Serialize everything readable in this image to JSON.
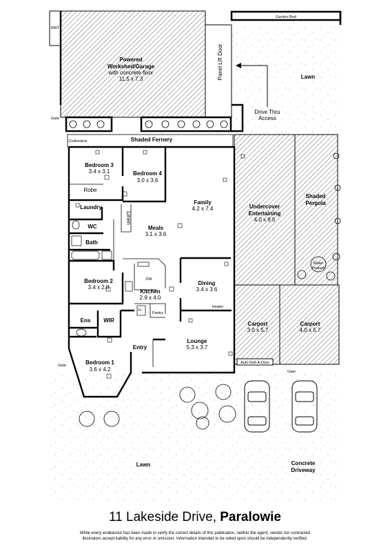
{
  "plan": {
    "address_street": "11 Lakeside Drive,",
    "address_suburb": "Paralowie",
    "disclaimer_line1": "While every endeavour has been made to verify the correct details of this publication, neither the agent, vendor nor contracted",
    "disclaimer_line2": "illustrators accept liability for any error or omission. Information intended to be relied upon should be independently verified.",
    "rooms": {
      "garage_l1": "Powered",
      "garage_l2": "Workshed/Garage",
      "garage_l3": "with concrete floor",
      "garage_dim": "11.5 x 7.3",
      "panel_lift_door": "Panel Lift Door",
      "garden_bed": "Garden Bed",
      "rwt": "RWT",
      "lawn_top": "Lawn",
      "drive_thru_l1": "Drive Thru",
      "drive_thru_l2": "Access",
      "gate_top": "Gate",
      "shaded_fernery": "Shaded Fernery",
      "clothesline": "Clothesline",
      "bedroom3": "Bedroom 3",
      "bedroom3_dim": "3.4 x 3.1",
      "robe": "Robe",
      "bedroom4": "Bedroom 4",
      "bedroom4_dim": "3.0 x 3.6",
      "family": "Family",
      "family_dim": "4.2 x 7.4",
      "laundry": "Laundry",
      "wc": "WC",
      "linen": "Linen",
      "meals": "Meals",
      "meals_dim": "3.1 x 3.6",
      "bath": "Bath",
      "bedroom2": "Bedroom 2",
      "bedroom2_dim": "3.4 x 2.8",
      "kitchen": "Kitchen",
      "kitchen_dim": "2.9 x 4.0",
      "dw": "DW",
      "fr": "Fr",
      "pantry": "Pantry",
      "dining": "Dining",
      "dining_dim": "3.4 x 3.6",
      "heater": "Heater",
      "undercover_l1": "Undercover",
      "undercover_l2": "Entertaining",
      "undercover_dim": "4.0 x 9.5",
      "shaded_pergola_l1": "Shaded",
      "shaded_pergola_l2": "Pergola",
      "water_feature_l1": "Water",
      "water_feature_l2": "Feature",
      "ens": "Ens",
      "wir": "WIR",
      "entry": "Entry",
      "lounge": "Lounge",
      "lounge_dim": "5.3 x 3.7",
      "carport1": "Carport",
      "carport1_dim": "3.0 x 5.7",
      "carport2": "Carport",
      "carport2_dim": "4.0 x 5.7",
      "bedroom1": "Bedroom 1",
      "bedroom1_dim": "3.6 x 4.2",
      "gate_left": "Gate",
      "gate_right": "Gate",
      "auto_roll": "Auto Roll-A-Door",
      "lawn_bottom": "Lawn",
      "concrete_l1": "Concrete",
      "concrete_l2": "Driveway"
    }
  }
}
